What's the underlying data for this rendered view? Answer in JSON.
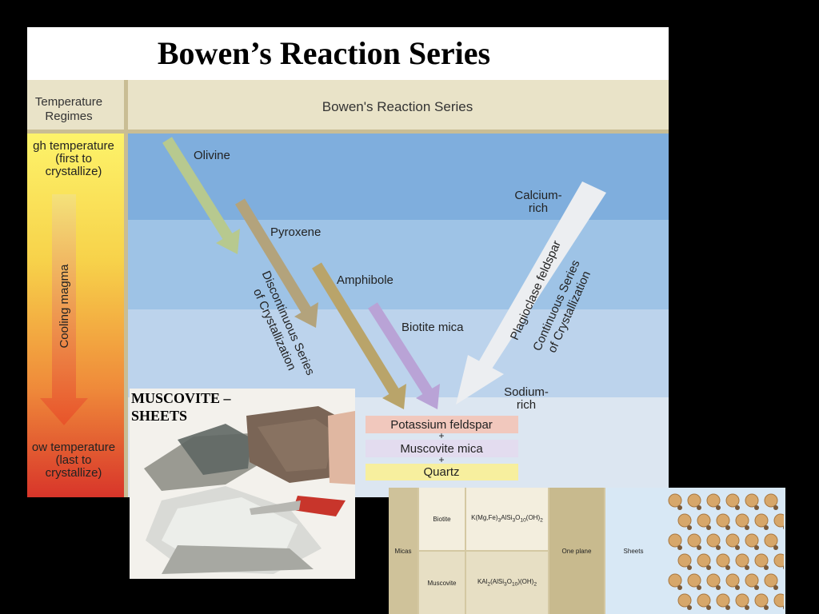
{
  "title": "Bowen’s Reaction Series",
  "diagram": {
    "left_header": "Temperature Regimes",
    "left_header_line1": "Temperature",
    "left_header_line2": "Regimes",
    "main_header": "Bowen's Reaction Series",
    "high_temp": [
      "gh temperature",
      "(first to",
      "crystallize)"
    ],
    "low_temp": [
      "ow temperature",
      "(last to",
      "crystallize)"
    ],
    "cooling": "Cooling magma",
    "minerals": {
      "olivine": "Olivine",
      "pyroxene": "Pyroxene",
      "amphibole": "Amphibole",
      "biotite": "Biotite mica"
    },
    "calcium_rich": [
      "Calcium-",
      "rich"
    ],
    "sodium_rich": [
      "Sodium-",
      "rich"
    ],
    "plagioclase": "Plagioclase feldspar",
    "discontinuous": [
      "Discontinuous Series",
      "of Crystallization"
    ],
    "continuous": [
      "Continuous Series",
      "of Crystallization"
    ],
    "final": {
      "potassium": "Potassium feldspar",
      "plus1": "+",
      "muscovite": "Muscovite mica",
      "plus2": "+",
      "quartz": "Quartz"
    }
  },
  "photo": {
    "label_line1": "MUSCOVITE –",
    "label_line2": "SHEETS"
  },
  "mica_table": {
    "group": "Micas",
    "rows": [
      {
        "name": "Biotite",
        "formula_html": "K(Mg,Fe)<sub>3</sub>AlSi<sub>3</sub>O<sub>10</sub>(OH)<sub>2</sub>"
      },
      {
        "name": "Muscovite",
        "formula_html": "KAl<sub>2</sub>(AlSi<sub>3</sub>O<sub>10</sub>)(OH)<sub>2</sub>"
      }
    ],
    "structure": "One plane",
    "type": "Sheets"
  },
  "colors": {
    "band1": "#7faedd",
    "band2": "#9ec3e6",
    "band3": "#bcd3ec",
    "band4": "#dce6f1",
    "header_bg": "#e9e3c8",
    "olivine_arrow": "#b7c98f",
    "pyroxene_arrow": "#b3a37c",
    "amphibole_arrow": "#b9a46a",
    "biotite_arrow": "#b9a3d6",
    "plagioclase_arrow": "#e6e8ec"
  }
}
